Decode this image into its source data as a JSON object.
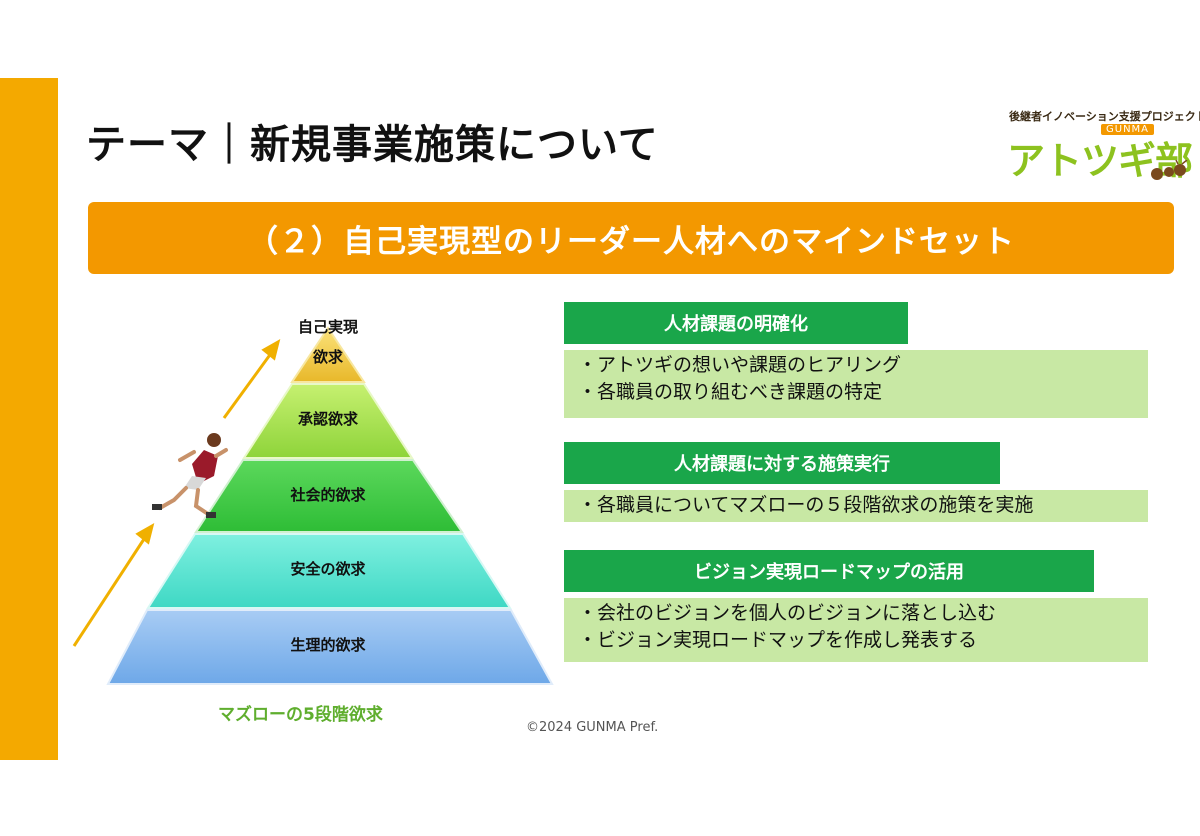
{
  "title": "テーマ｜新規事業施策について",
  "logo": {
    "tagline": "後継者イノベーション支援プロジェクト",
    "badge": "GUNMA",
    "wordmark": "アトツギ部"
  },
  "banner": "（２）自己実現型のリーダー人材へのマインドセット",
  "pyramid": {
    "levels": [
      "自己実現",
      "欲求",
      "承認欲求",
      "社会的欲求",
      "安全の欲求",
      "生理的欲求"
    ],
    "caption": "マズローの5段階欲求",
    "colors": [
      "#f8d44a",
      "#9ee04a",
      "#38c83c",
      "#4ce8d0",
      "#7fb6f0"
    ]
  },
  "sections": [
    {
      "heading": "人材課題の明確化",
      "bullets": [
        "・アトツギの想いや課題のヒアリング",
        "・各職員の取り組むべき課題の特定"
      ]
    },
    {
      "heading": "人材課題に対する施策実行",
      "bullets": [
        "・各職員についてマズローの５段階欲求の施策を実施"
      ]
    },
    {
      "heading": "ビジョン実現ロードマップの活用",
      "bullets": [
        "・会社のビジョンを個人のビジョンに落とし込む",
        "・ビジョン実現ロードマップを作成し発表する"
      ]
    }
  ],
  "footer": "©2024 GUNMA Pref."
}
